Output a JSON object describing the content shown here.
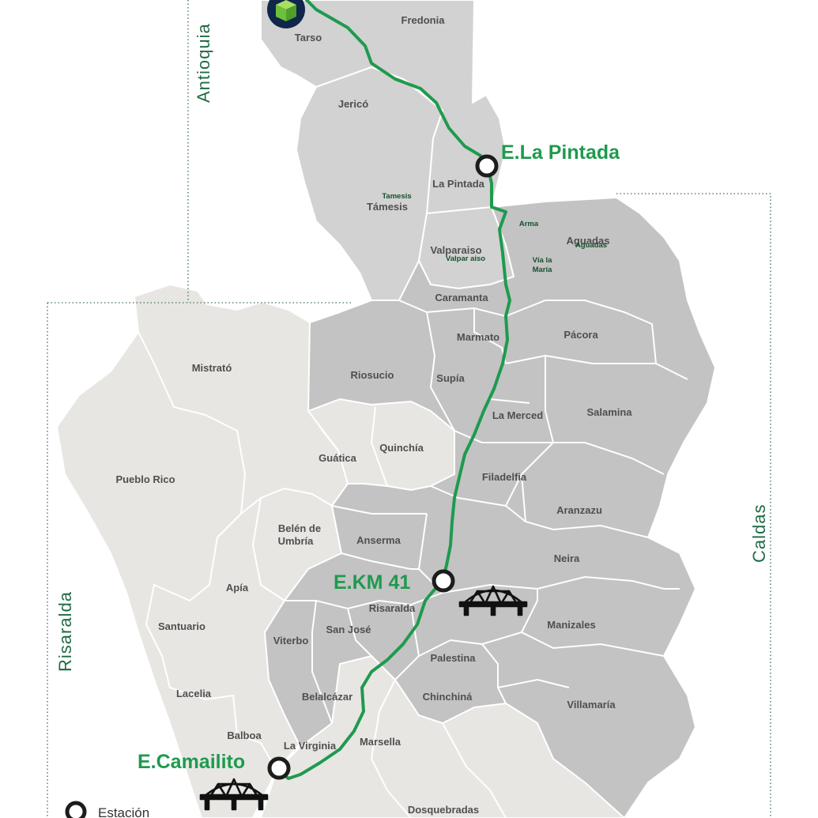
{
  "departments": [
    "Antioquia",
    "Risaralda",
    "Caldas"
  ],
  "municipalities": [
    "Fredonia",
    "Tarso",
    "Jericó",
    "Tamesis",
    "Támesis",
    "La Pintada",
    "Arma",
    "Aguadas",
    "Aguadas",
    "Valparaiso",
    "Valpar aiso",
    "Vía la",
    "María",
    "Caramanta",
    "Marmato",
    "Pácora",
    "Riosucio",
    "Supía",
    "Mistrató",
    "La Merced",
    "Salamina",
    "Guática",
    "Quinchía",
    "Pueblo Rico",
    "Filadelfia",
    "Aranzazu",
    "Belén de",
    "Umbría",
    "Anserma",
    "Neira",
    "Apía",
    "Risaralda",
    "San José",
    "Santuario",
    "Viterbo",
    "Manizales",
    "Palestina",
    "Lacelia",
    "Belalcázar",
    "Chinchiná",
    "Villamaría",
    "Balboa",
    "La Virginia",
    "Marsella",
    "Dosquebradas"
  ],
  "stations": [
    "E.La Pintada",
    "E.KM 41",
    "E.Camailito"
  ],
  "legend": {
    "station_label": "Estación"
  },
  "colors": {
    "route": "#1f9a4e",
    "caldas_fill": "#c3c3c3",
    "risaralda_fill": "#e8e6e3",
    "station_text": "#1f9a4e",
    "department_text": "#1f6b45",
    "logo_bg": "#10264a",
    "logo_cube": "#7fd13b"
  },
  "icons": [
    "cube-logo-icon",
    "truss-bridge-icon",
    "station-ring-icon"
  ]
}
